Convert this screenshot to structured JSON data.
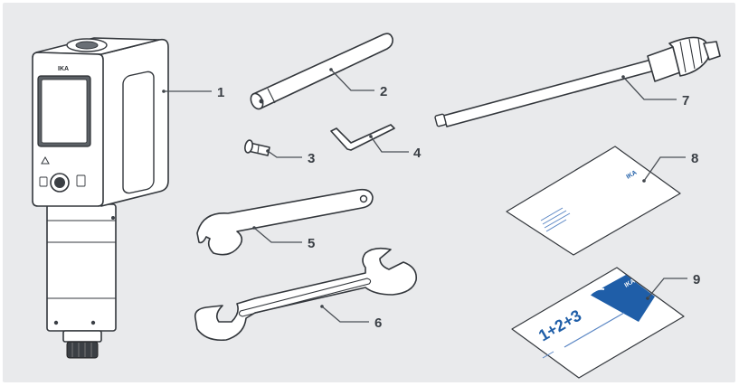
{
  "device": {
    "brand": "IKA",
    "callouts": [
      {
        "id": "1",
        "label": "1",
        "part": "drive-unit"
      },
      {
        "id": "2",
        "label": "2",
        "part": "shaft"
      },
      {
        "id": "3",
        "label": "3",
        "part": "pin"
      },
      {
        "id": "4",
        "label": "4",
        "part": "hex-key"
      },
      {
        "id": "5",
        "label": "5",
        "part": "hook-spanner"
      },
      {
        "id": "6",
        "label": "6",
        "part": "open-end-wrench"
      },
      {
        "id": "7",
        "label": "7",
        "part": "dispersing-element"
      },
      {
        "id": "8",
        "label": "8",
        "part": "manual"
      },
      {
        "id": "9",
        "label": "9",
        "part": "quick-guide"
      }
    ]
  },
  "manual": {
    "brand": "IKA"
  },
  "quick_guide": {
    "brand": "IKA",
    "steps_text": "1+2+3"
  },
  "colors": {
    "panel": "#e9eaec",
    "line": "#33373c",
    "accent_blue": "#1f5ea8"
  }
}
